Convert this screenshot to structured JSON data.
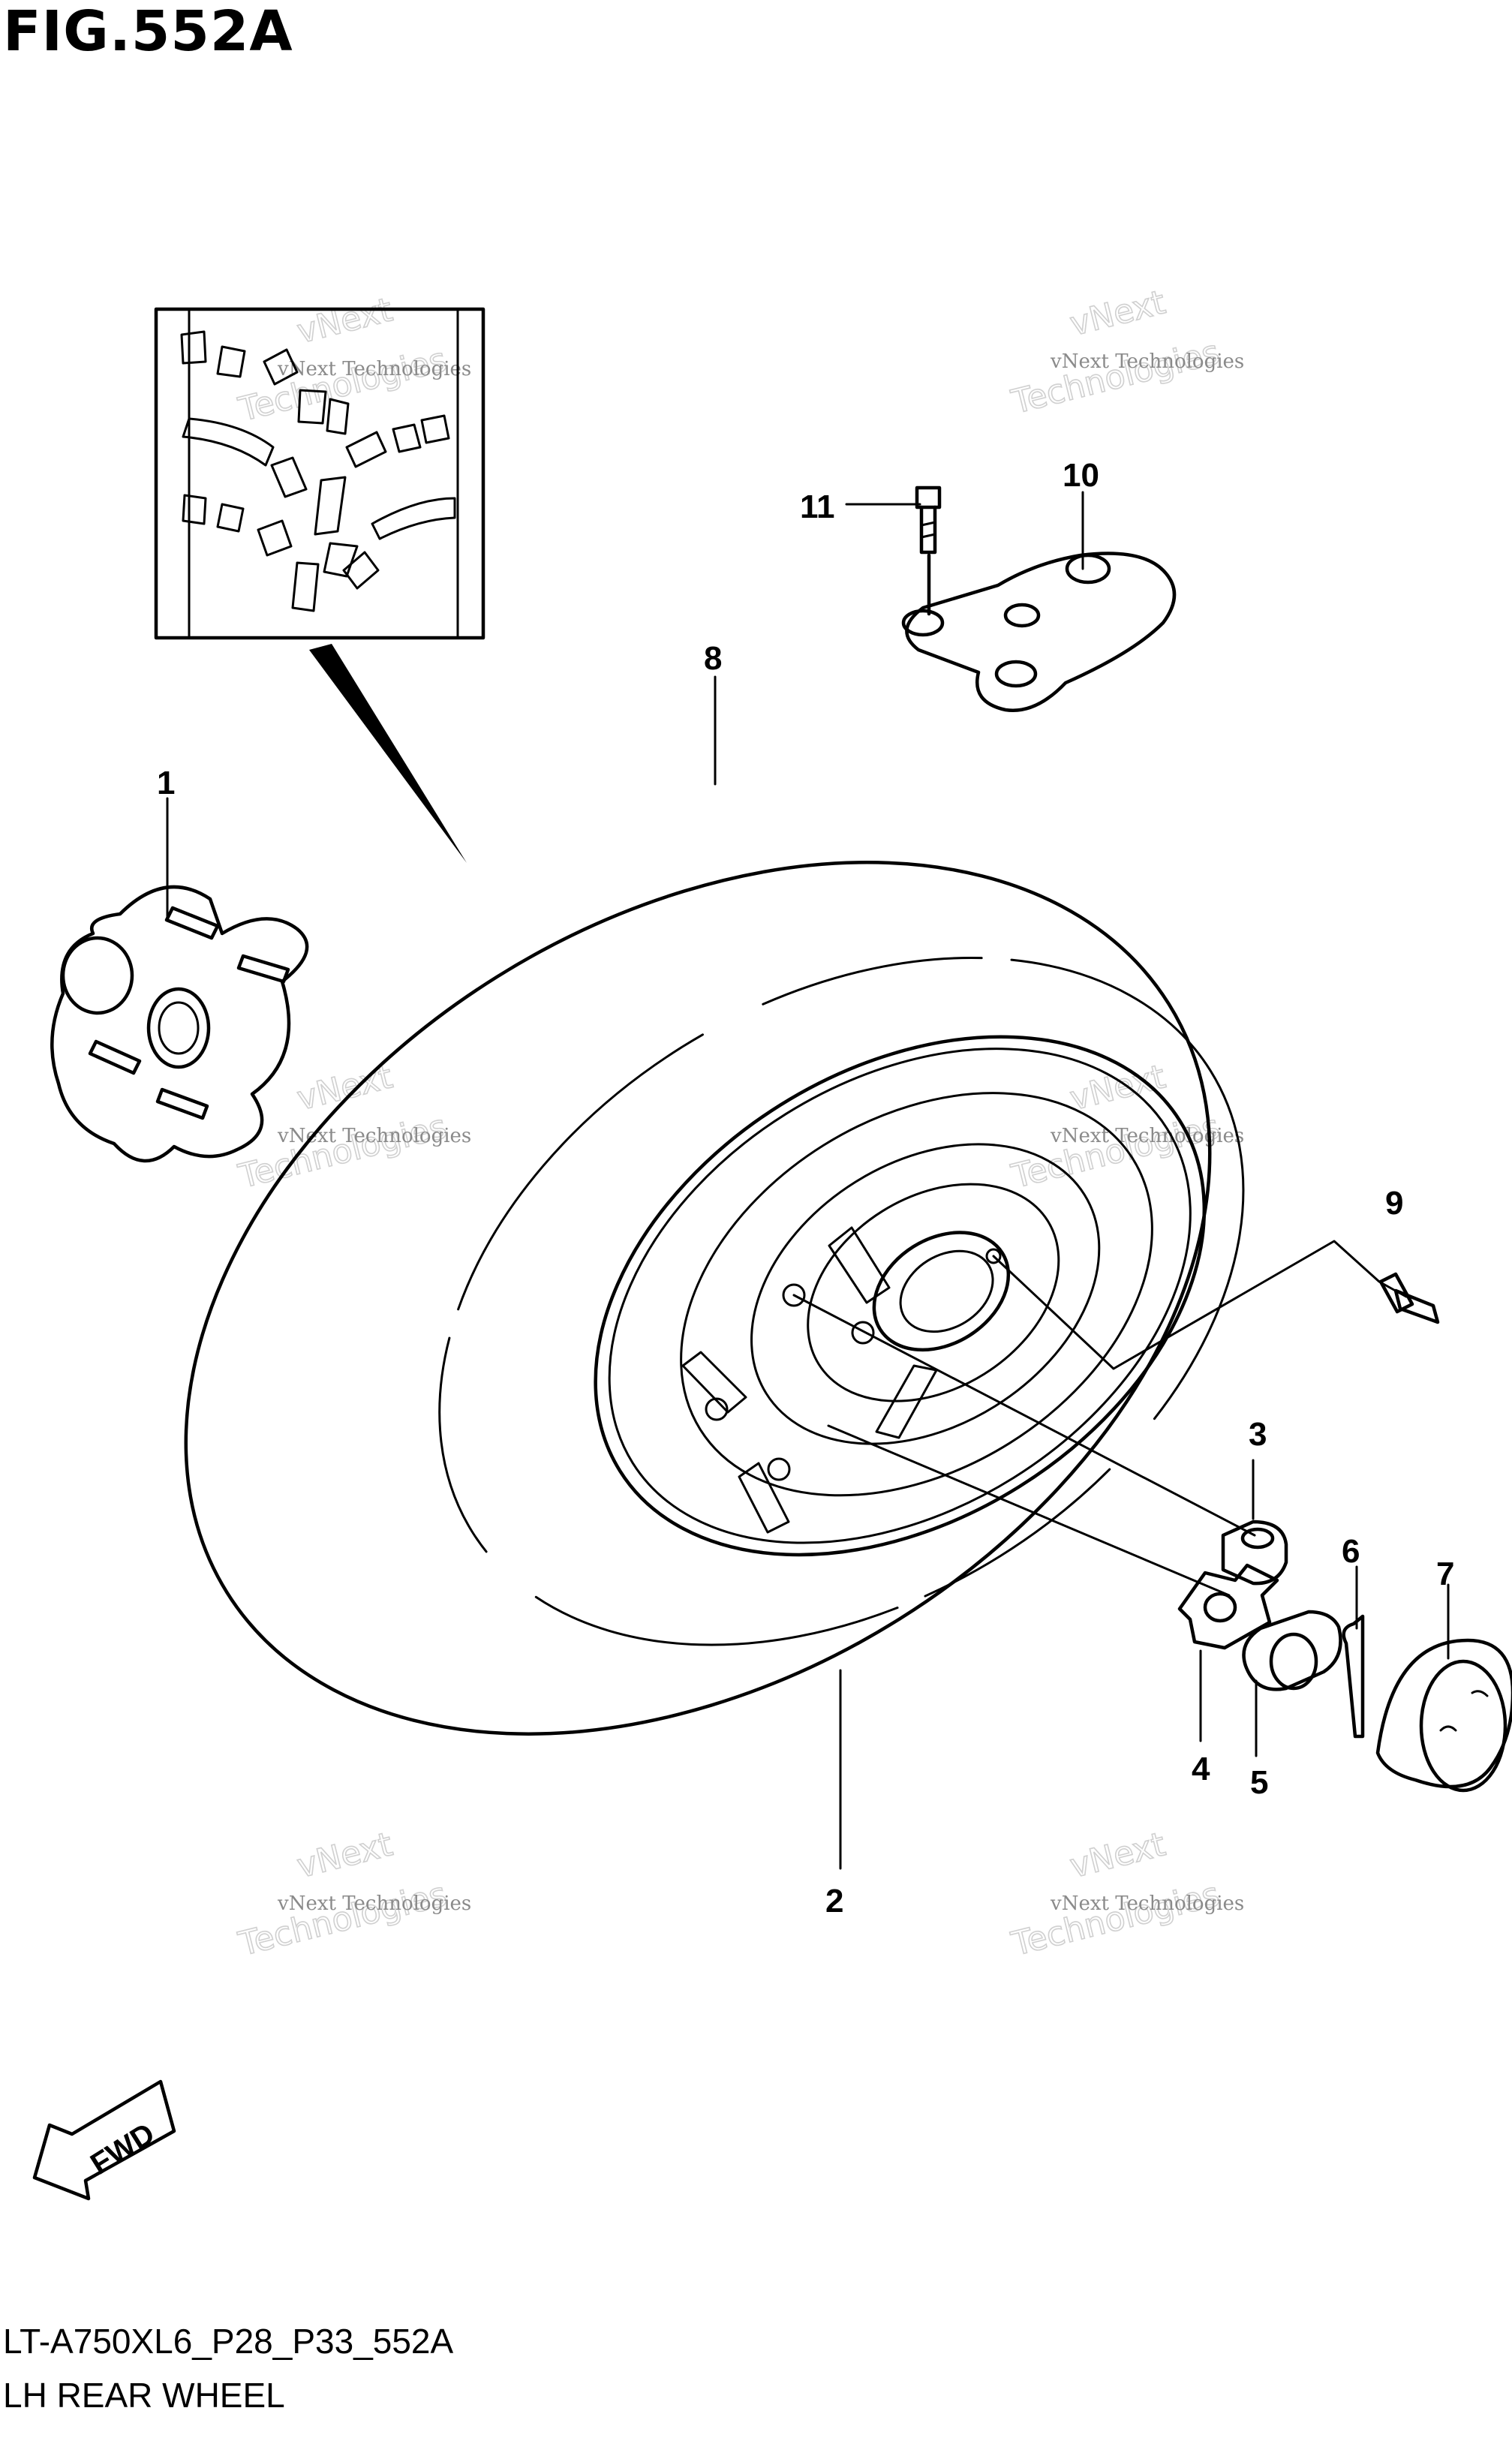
{
  "figure": {
    "title": "FIG.552A",
    "model_code": "LT-A750XL6_P28_P33_552A",
    "caption": "LH REAR WHEEL"
  },
  "callouts": [
    "1",
    "2",
    "3",
    "4",
    "5",
    "6",
    "7",
    "8",
    "9",
    "10",
    "11"
  ],
  "watermark": {
    "line1": "vNext Technologies",
    "line2": "vNext",
    "line3": "Technologies"
  },
  "fwd_label": "FWD"
}
